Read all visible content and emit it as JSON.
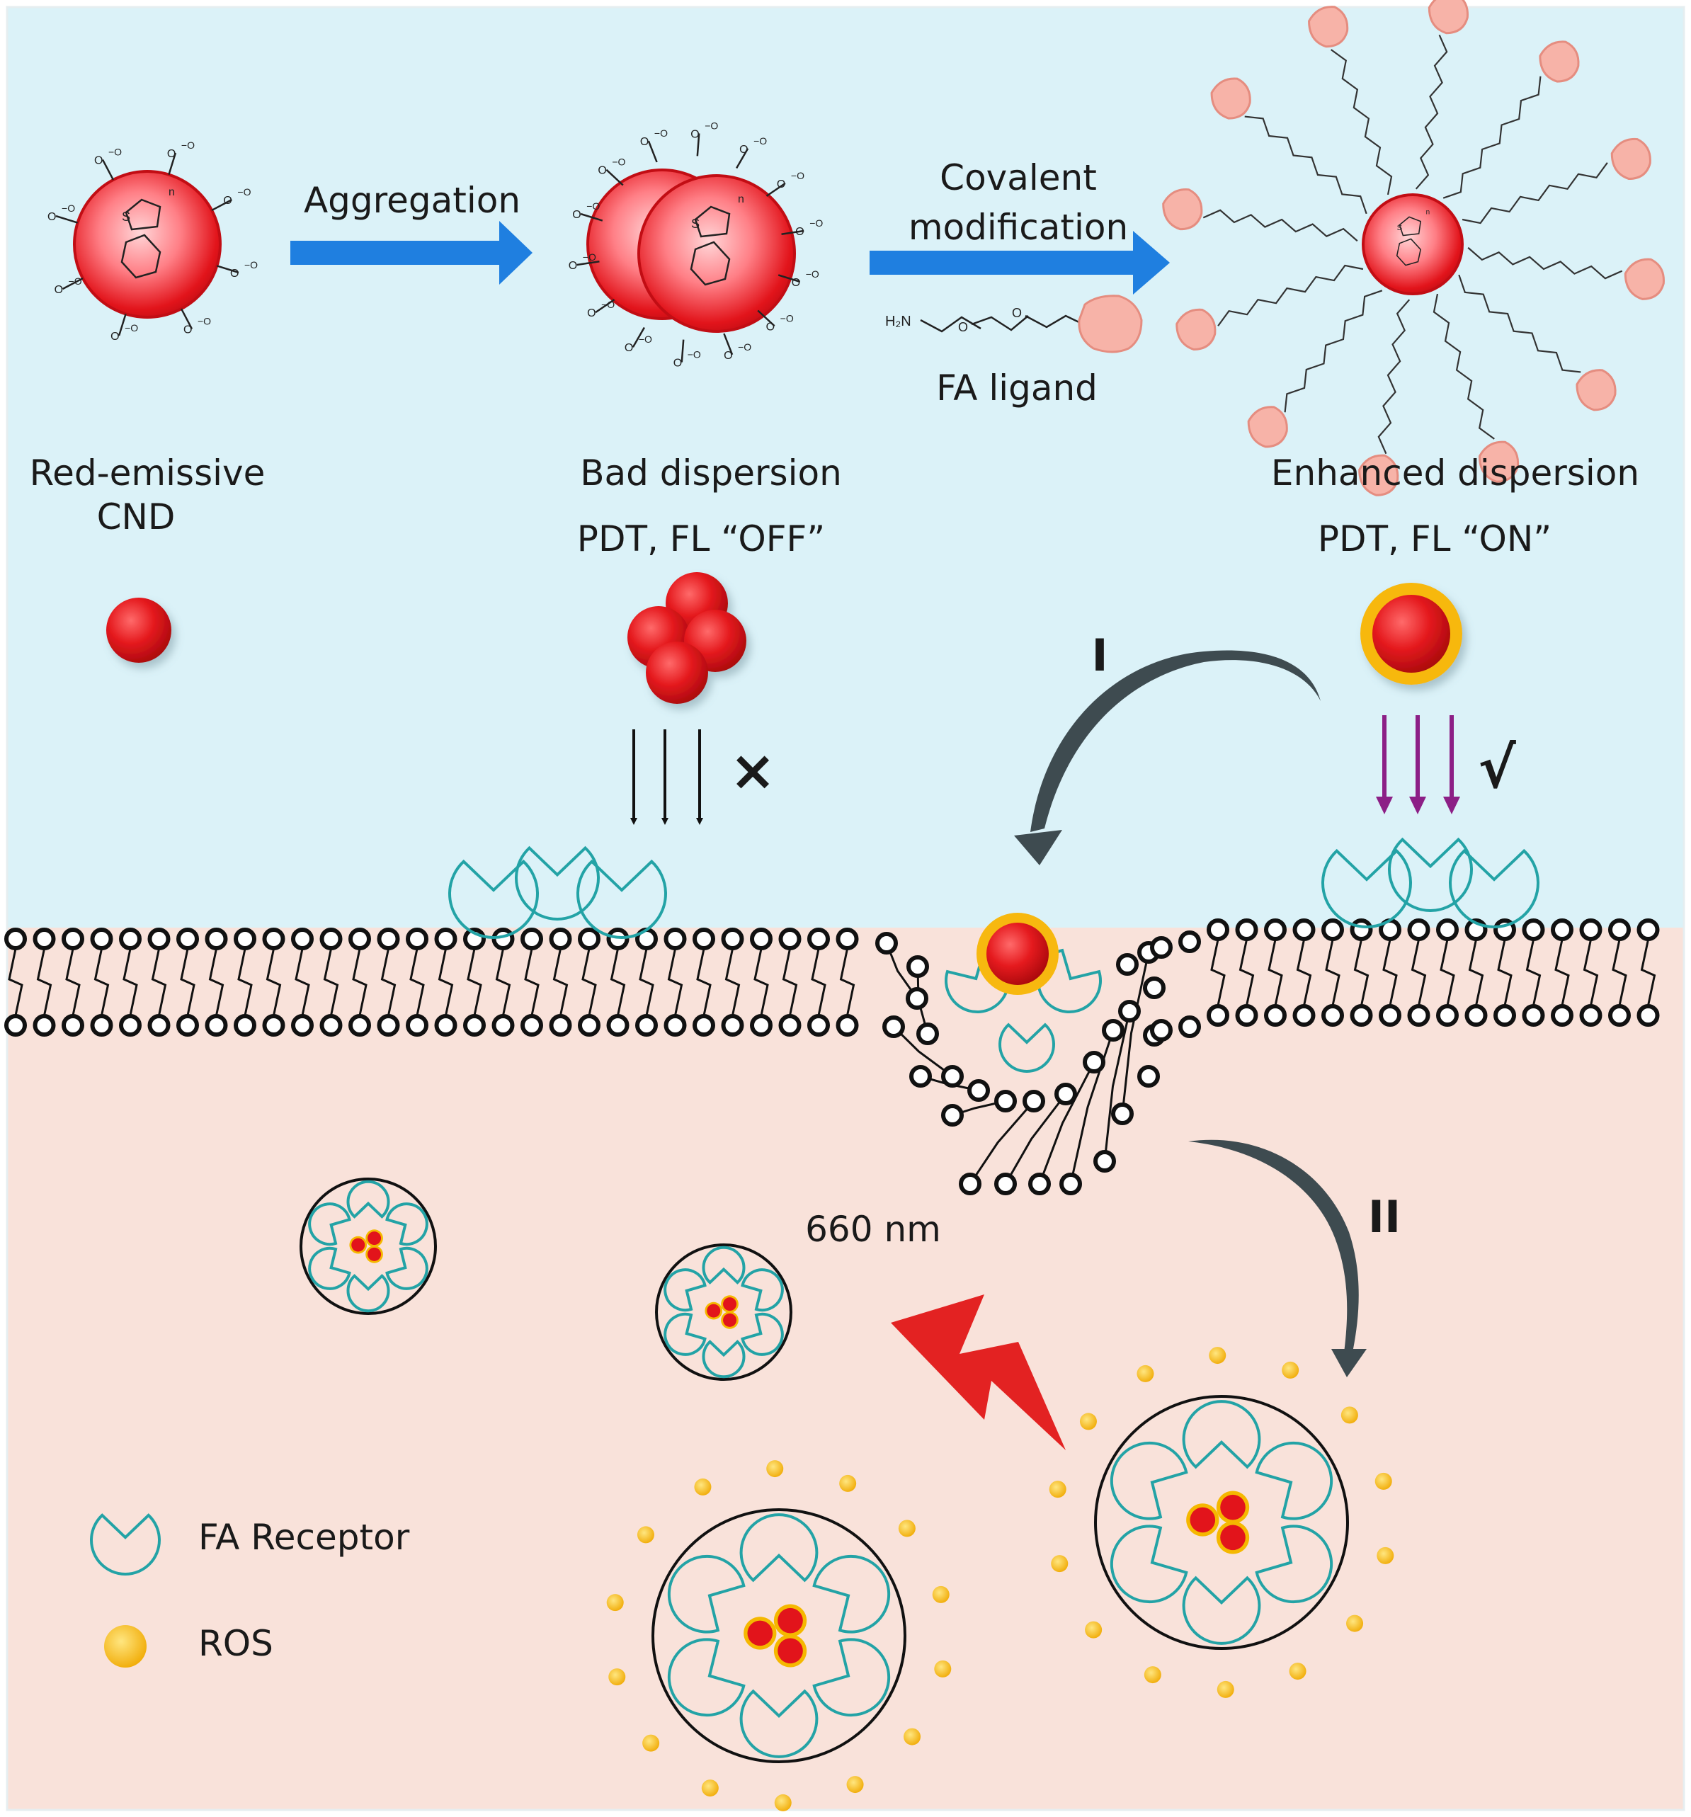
{
  "labels": {
    "aggregation": "Aggregation",
    "covalent": "Covalent",
    "modification": "modification",
    "fa_ligand": "FA ligand",
    "red_emissive": "Red-emissive",
    "cnd": "CND",
    "bad_dispersion": "Bad dispersion",
    "pdt_off": "PDT, FL “OFF”",
    "enhanced_dispersion": "Enhanced dispersion",
    "pdt_on": "PDT, FL “ON”",
    "step_i": "I",
    "step_ii": "II",
    "wavelength": "660 nm",
    "cross_mark": "×",
    "check_mark": "√",
    "amine": "H₂N"
  },
  "legend": [
    {
      "label": "FA Receptor",
      "icon": "fa-receptor-icon"
    },
    {
      "label": "ROS",
      "icon": "ros-icon"
    }
  ],
  "colors": {
    "extracellular": "#dbf2f8",
    "intracellular": "#f9e2da",
    "cnd_red": "#e2141b",
    "cnd_pink": "#ff8e94",
    "arrow_blue": "#1f7fe0",
    "receptor_teal": "#23a3a6",
    "ros_gold": "#f5b800",
    "ligand_peach": "#f7b3a8",
    "purple_arrow": "#8c1f86",
    "curved_arrow": "#4e5a5e",
    "lightning": "#e32222"
  }
}
